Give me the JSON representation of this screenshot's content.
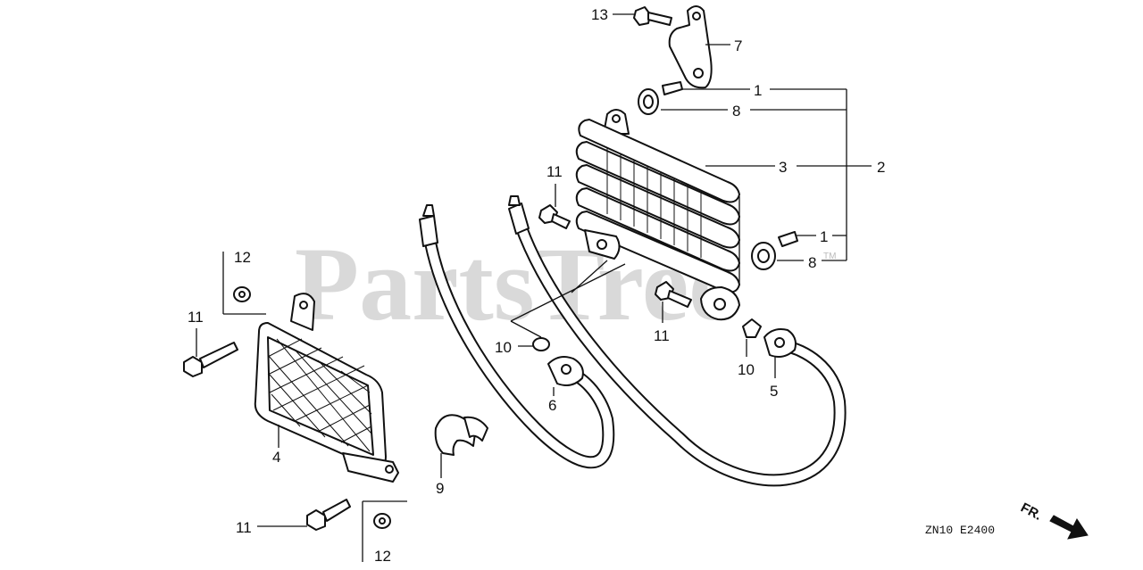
{
  "watermark": {
    "text": "PartsTree",
    "trademark": "TM"
  },
  "diagram_code": "ZN10 E2400",
  "direction_label": "FR.",
  "callouts": {
    "c1a": "1",
    "c1b": "1",
    "c2": "2",
    "c3": "3",
    "c4": "4",
    "c5": "5",
    "c6": "6",
    "c7": "7",
    "c8a": "8",
    "c8b": "8",
    "c9": "9",
    "c10a": "10",
    "c10b": "10",
    "c11a": "11",
    "c11b": "11",
    "c11c": "11",
    "c11d": "11",
    "c12a": "12",
    "c12b": "12",
    "c13": "13"
  }
}
